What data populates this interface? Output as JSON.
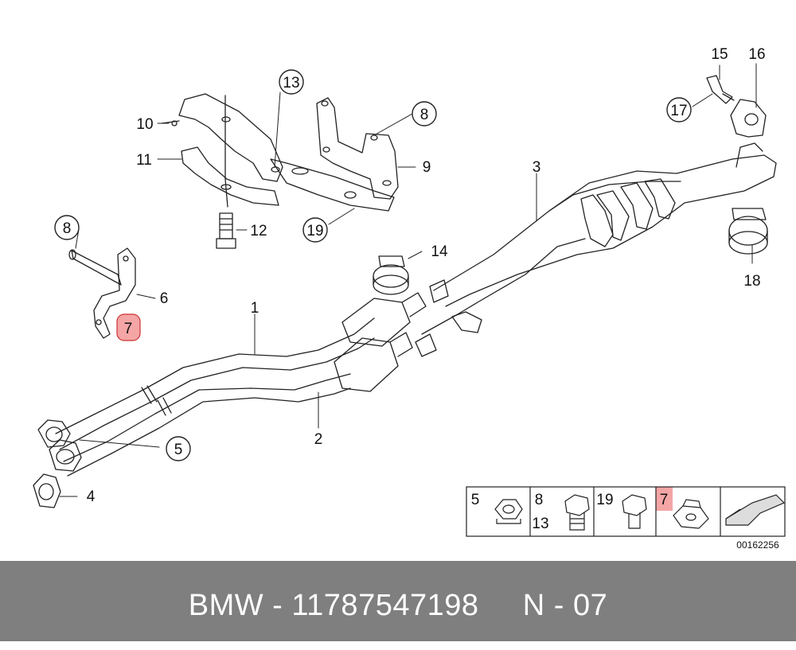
{
  "callouts": {
    "c1": "1",
    "c2": "2",
    "c3": "3",
    "c4": "4",
    "c5": "5",
    "c6": "6",
    "c7": "7",
    "c8a": "8",
    "c8b": "8",
    "c9": "9",
    "c10": "10",
    "c11": "11",
    "c12": "12",
    "c13": "13",
    "c14": "14",
    "c15": "15",
    "c16": "16",
    "c17": "17",
    "c18": "18",
    "c19": "19"
  },
  "legend": {
    "k5": "5",
    "k8": "8",
    "k13": "13",
    "k19": "19",
    "k7": "7"
  },
  "diagram_code": "00162256",
  "highlight_color": "#f4a5a5",
  "footer": {
    "brand": "BMW",
    "part_number": "11787547198",
    "note": "N - 07",
    "text": "BMW - 11787547198     N - 07"
  }
}
